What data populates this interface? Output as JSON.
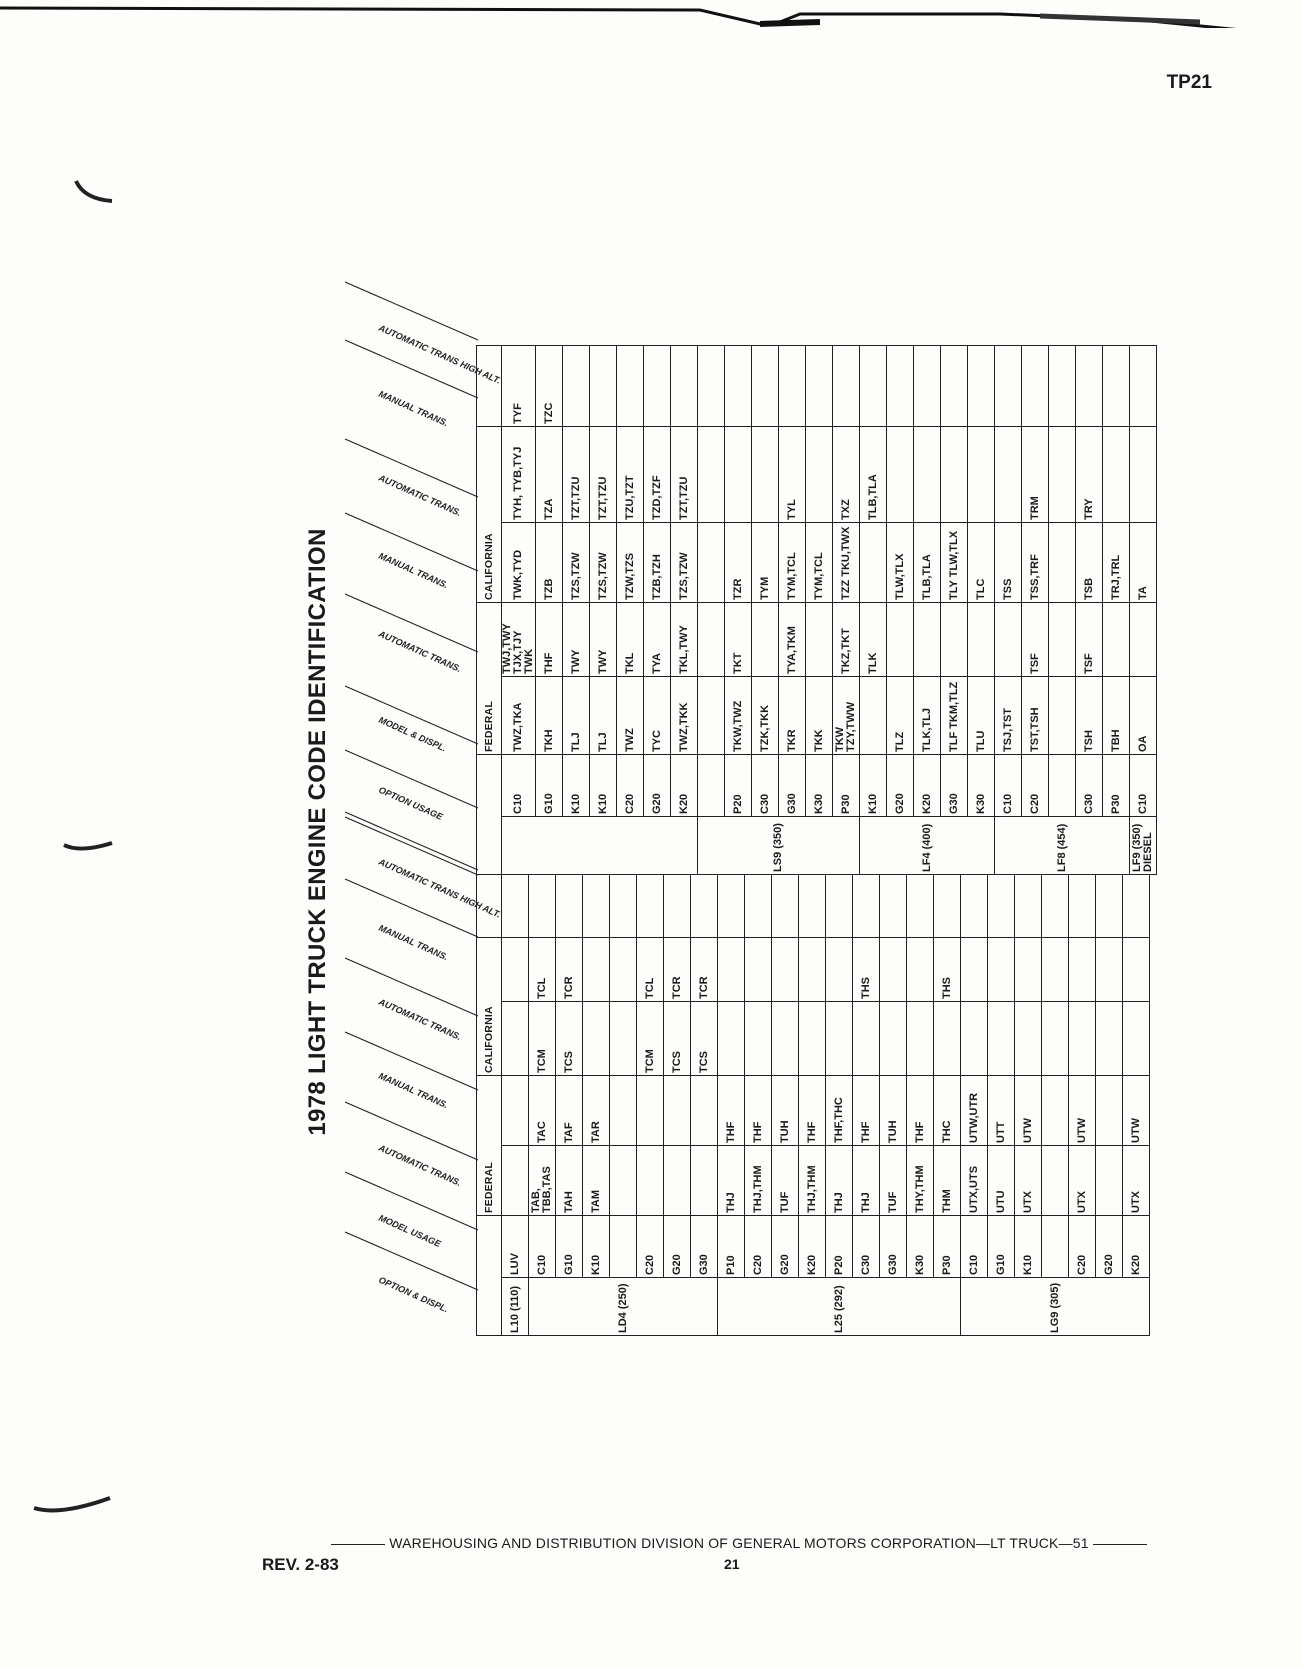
{
  "page": {
    "page_id": "TP21",
    "title": "1978 LIGHT TRUCK ENGINE CODE IDENTIFICATION",
    "footer": "WAREHOUSING AND DISTRIBUTION  DIVISION OF GENERAL MOTORS CORPORATION—LT TRUCK—51",
    "revision": "REV. 2-83",
    "page_number": "21"
  },
  "headers": {
    "option_displacement": "OPTION & DISPLACEMENT",
    "model_usage": "MODEL USAGE",
    "option_usage": "OPTION USAGE",
    "model_displacement": "MODEL & DISPLACEMENT",
    "automatic_transmission": "AUTOMATIC TRANSMISSION",
    "manual_transmission": "MANUAL TRANSMISSION",
    "automatic_high_altitude": "AUTOMATIC TRANSMISSION HIGH ALTITUDE",
    "federal": "FEDERAL",
    "california": "CALIFORNIA"
  },
  "table_lower": {
    "groups": [
      {
        "option": "L10 (110)",
        "rows": [
          [
            "LUV",
            "",
            "",
            "",
            "",
            ""
          ]
        ]
      },
      {
        "option": "LD4 (250)",
        "rows": [
          [
            "C10",
            "TAB, TBB,TAS",
            "TAC",
            "TCM",
            "TCL",
            ""
          ],
          [
            "G10",
            "TAH",
            "TAF",
            "TCS",
            "TCR",
            ""
          ],
          [
            "K10",
            "TAM",
            "TAR",
            "",
            "",
            ""
          ],
          [
            "",
            "",
            "",
            "",
            "",
            ""
          ],
          [
            "C20",
            "",
            "",
            "TCM",
            "TCL",
            ""
          ],
          [
            "G20",
            "",
            "",
            "TCS",
            "TCR",
            ""
          ],
          [
            "G30",
            "",
            "",
            "TCS",
            "TCR",
            ""
          ]
        ]
      },
      {
        "option": "L25 (292)",
        "rows": [
          [
            "P10",
            "THJ",
            "THF",
            "",
            "",
            ""
          ],
          [
            "C20",
            "THJ,THM",
            "THF",
            "",
            "",
            ""
          ],
          [
            "G20",
            "TUF",
            "TUH",
            "",
            "",
            ""
          ],
          [
            "K20",
            "THJ,THM",
            "THF",
            "",
            "",
            ""
          ],
          [
            "P20",
            "THJ",
            "THF,THC",
            "",
            "",
            ""
          ],
          [
            "C30",
            "THJ",
            "THF",
            "",
            "THS",
            ""
          ],
          [
            "G30",
            "TUF",
            "TUH",
            "",
            "",
            ""
          ],
          [
            "K30",
            "THY,THM",
            "THF",
            "",
            "",
            ""
          ],
          [
            "P30",
            "THM",
            "THC",
            "",
            "THS",
            ""
          ]
        ]
      },
      {
        "option": "LG9 (305)",
        "rows": [
          [
            "C10",
            "UTX,UTS",
            "UTW,UTR",
            "",
            "",
            ""
          ],
          [
            "G10",
            "UTU",
            "UTT",
            "",
            "",
            ""
          ],
          [
            "K10",
            "UTX",
            "UTW",
            "",
            "",
            ""
          ],
          [
            "",
            "",
            "",
            "",
            "",
            ""
          ],
          [
            "C20",
            "UTX",
            "UTW",
            "",
            "",
            ""
          ],
          [
            "G20",
            "",
            "",
            "",
            "",
            ""
          ],
          [
            "K20",
            "UTX",
            "UTW",
            "",
            "",
            ""
          ]
        ]
      }
    ]
  },
  "table_upper": {
    "groups": [
      {
        "option": "",
        "rows": [
          [
            "C10",
            "TWZ,TKA",
            "TWJ,TWY TJX,TJY TWK",
            "TWK,TYD",
            "TYH, TYB,TYJ",
            "TYF"
          ],
          [
            "G10",
            "TKH",
            "THF",
            "TZB",
            "TZA",
            "TZC"
          ],
          [
            "K10",
            "TLJ",
            "TWY",
            "TZS,TZW",
            "TZT,TZU",
            ""
          ],
          [
            "K10",
            "TLJ",
            "TWY",
            "TZS,TZW",
            "TZT,TZU",
            ""
          ],
          [
            "C20",
            "TWZ",
            "TKL",
            "TZW,TZS",
            "TZU,TZT",
            ""
          ],
          [
            "G20",
            "TYC",
            "TYA",
            "TZB,TZH",
            "TZD,TZF",
            ""
          ],
          [
            "K20",
            "TWZ,TKK",
            "TKL,TWY",
            "TZS,TZW",
            "TZT,TZU",
            ""
          ]
        ]
      },
      {
        "option": "LS9 (350)",
        "rows": [
          [
            "",
            "",
            "",
            "",
            "",
            ""
          ],
          [
            "P20",
            "TKW,TWZ",
            "TKT",
            "TZR",
            "",
            ""
          ],
          [
            "C30",
            "TZK,TKK",
            "",
            "TYM",
            "",
            ""
          ],
          [
            "G30",
            "TKR",
            "TYA,TKM",
            "TYM,TCL",
            "TYL",
            ""
          ],
          [
            "K30",
            "TKK",
            "",
            "TYM,TCL",
            "",
            ""
          ],
          [
            "P30",
            "TKW TZY,TWW",
            "TKZ,TKT",
            "TZZ TKU,TWX",
            "TXZ",
            ""
          ]
        ]
      },
      {
        "option": "LF4 (400)",
        "rows": [
          [
            "K10",
            "",
            "TLK",
            "",
            "TLB,TLA",
            ""
          ],
          [
            "G20",
            "TLZ",
            "",
            "TLW,TLX",
            "",
            ""
          ],
          [
            "K20",
            "TLK,TLJ",
            "",
            "TLB,TLA",
            "",
            ""
          ],
          [
            "G30",
            "TLF TKM,TLZ",
            "",
            "TLY TLW,TLX",
            "",
            ""
          ],
          [
            "K30",
            "TLU",
            "",
            "TLC",
            "",
            ""
          ]
        ]
      },
      {
        "option": "LF8 (454)",
        "rows": [
          [
            "C10",
            "TSJ,TST",
            "",
            "TSS",
            "",
            ""
          ],
          [
            "C20",
            "TST,TSH",
            "TSF",
            "TSS,TRF",
            "TRM",
            ""
          ],
          [
            "",
            "",
            "",
            "",
            "",
            ""
          ],
          [
            "C30",
            "TSH",
            "TSF",
            "TSB",
            "TRY",
            ""
          ],
          [
            "P30",
            "TBH",
            "",
            "TRJ,TRL",
            "",
            ""
          ]
        ]
      },
      {
        "option": "LF9 (350) DIESEL",
        "rows": [
          [
            "C10",
            "OA",
            "",
            "TA",
            "",
            ""
          ]
        ]
      }
    ]
  }
}
